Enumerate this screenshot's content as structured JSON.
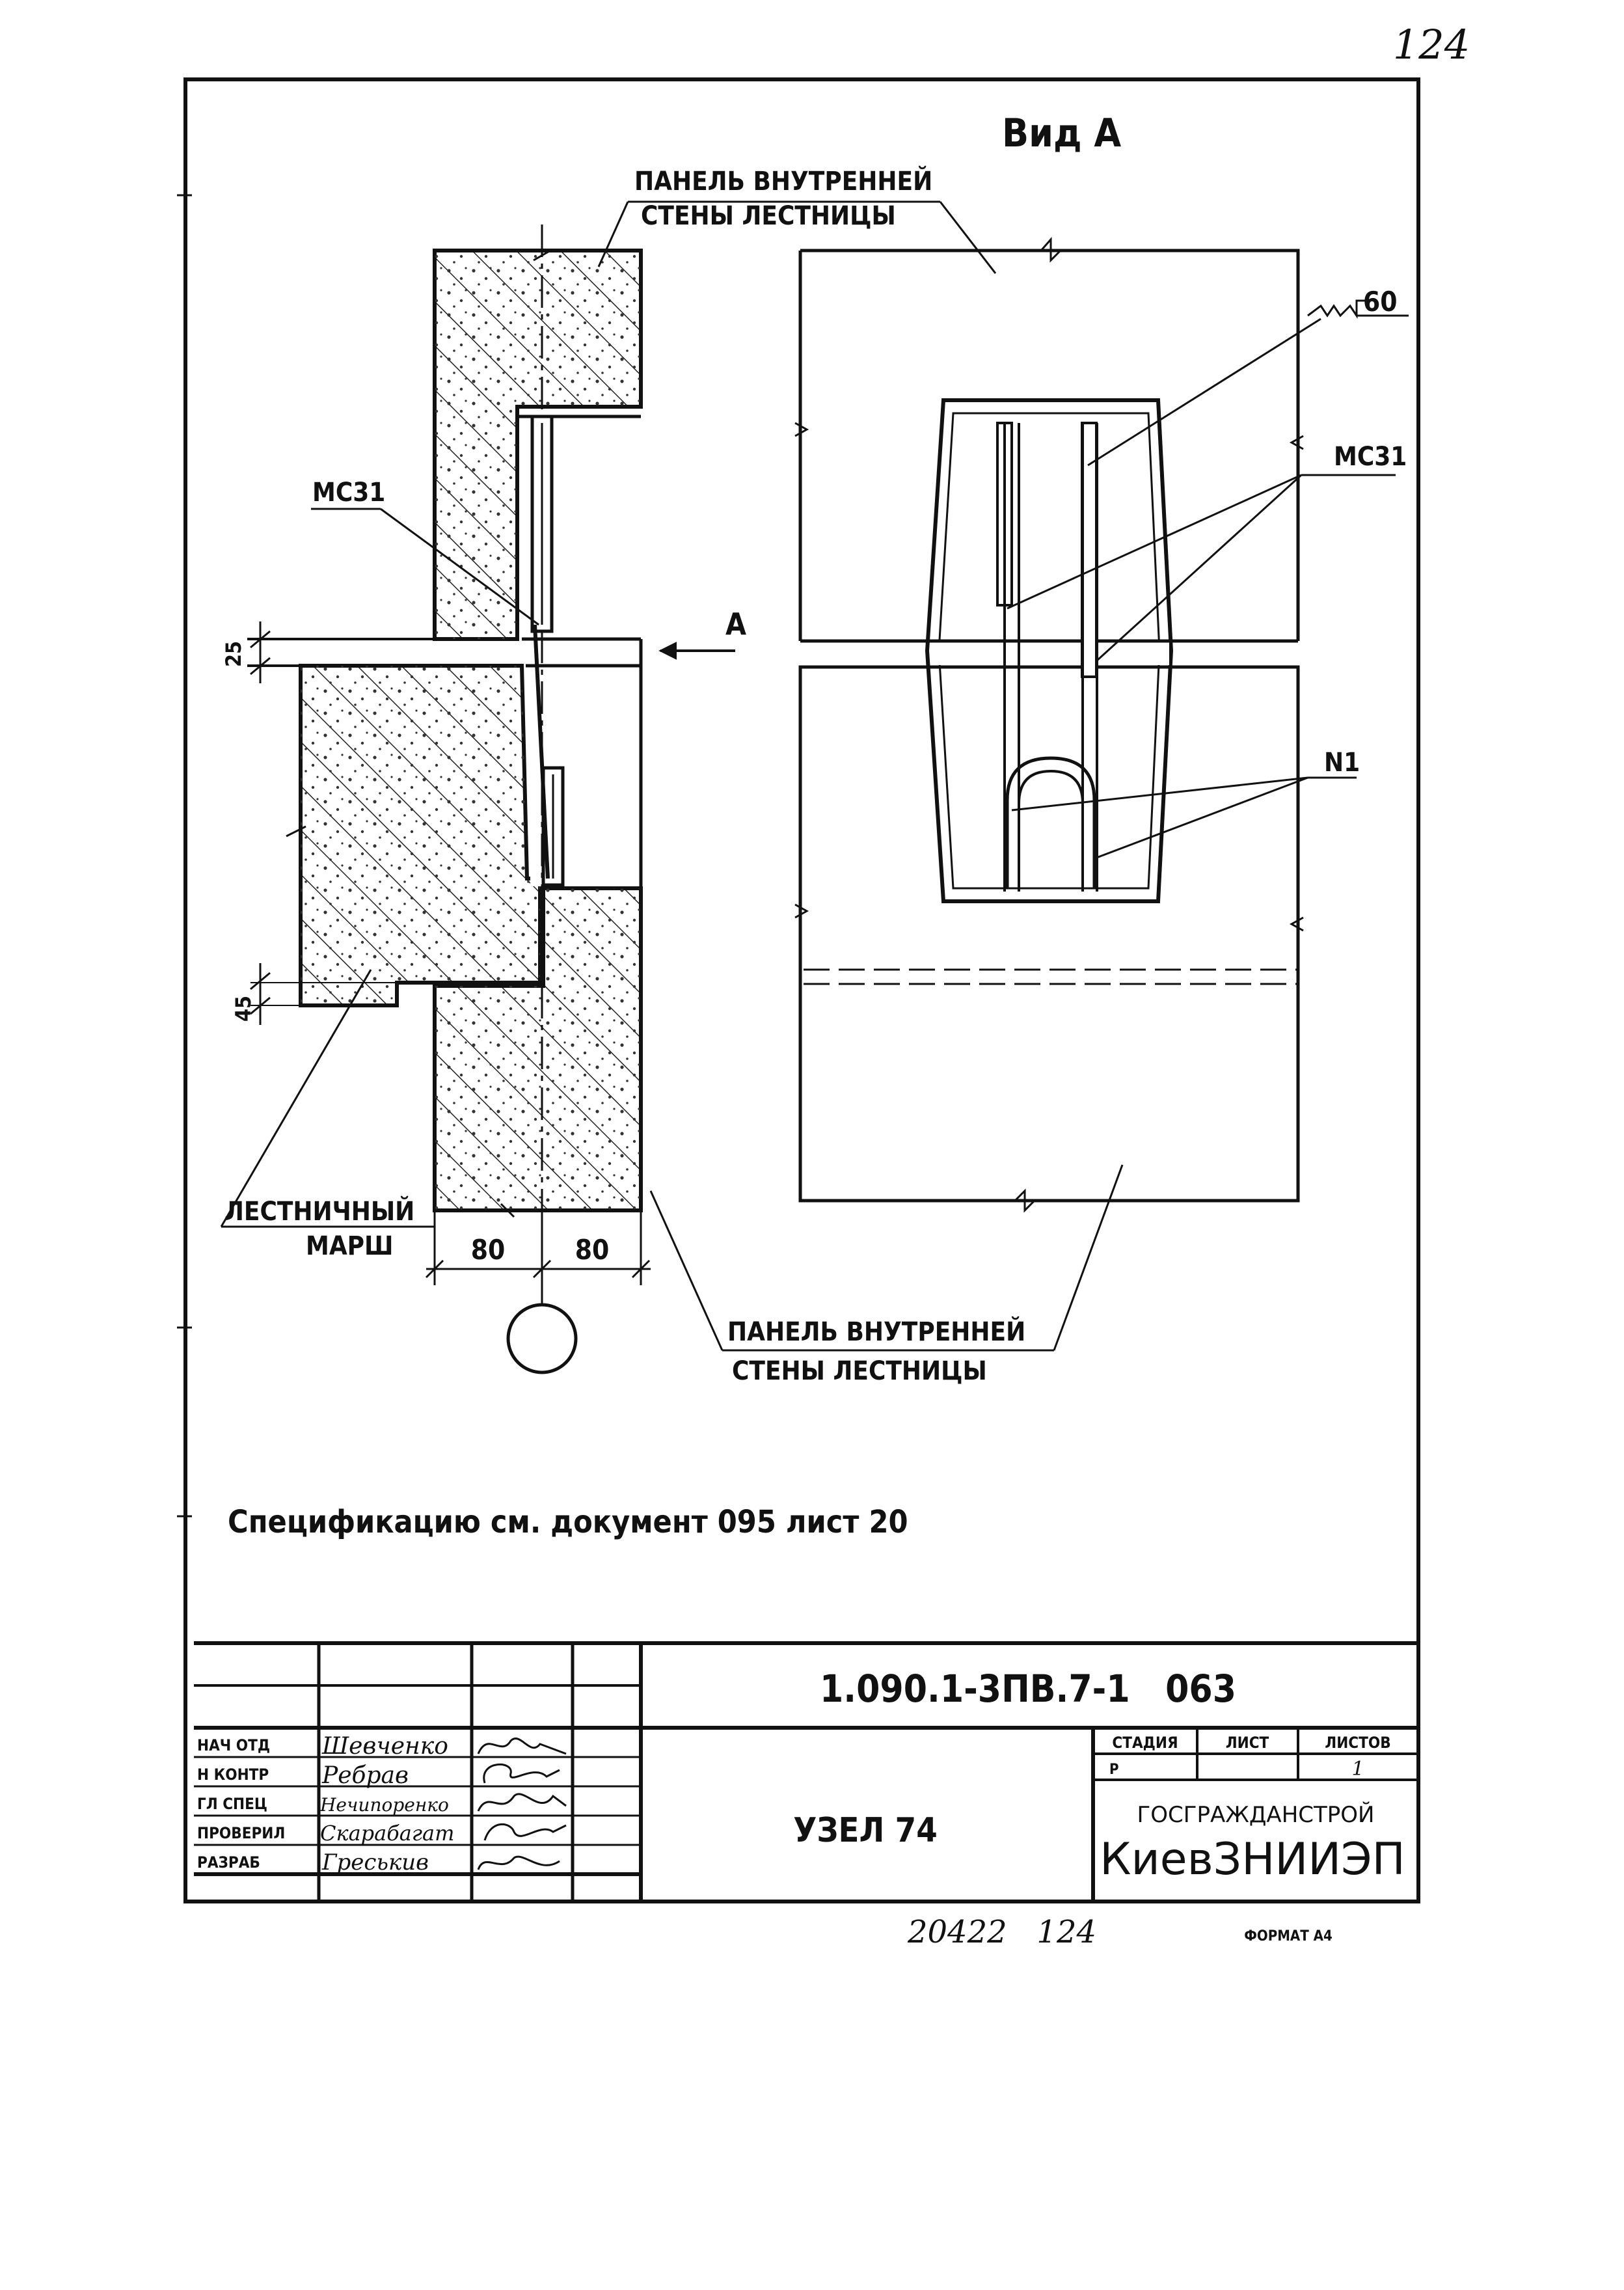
{
  "page_number": "124",
  "view_title": "Вид А",
  "section_arrow_label": "А",
  "labels": {
    "panel_top_line1": "ПАНЕЛЬ ВНУТРЕННЕЙ",
    "panel_top_line2": "СТЕНЫ ЛЕСТНИЦЫ",
    "mc31_left": "МС31",
    "flight_line1": "ЛЕСТНИЧНЫЙ",
    "flight_line2": "МАРШ",
    "panel_bottom_line1": "ПАНЕЛЬ ВНУТРЕННЕЙ",
    "panel_bottom_line2": "СТЕНЫ ЛЕСТНИЦЫ",
    "weld": "60",
    "mc31_right": "МС31",
    "n1": "N1"
  },
  "dimensions": {
    "gap": "25",
    "step": "45",
    "left_width": "80",
    "right_width": "80"
  },
  "note": "Спецификацию см. документ 095 лист 20",
  "title_block": {
    "doc_code": "1.090.1-3ПВ.7-1   063",
    "node_name": "УЗЕЛ 74",
    "stage_header": "СТАДИЯ",
    "sheet_header": "ЛИСТ",
    "sheets_header": "ЛИСТОВ",
    "stage_value": "Р",
    "sheets_value": "1",
    "org_line1": "ГОСГРАЖДАНСТРОЙ",
    "org_line2": "КиевЗНИИЭП",
    "roles": [
      {
        "role": "НАЧ ОТД",
        "name": "Шевченко"
      },
      {
        "role": "Н КОНТР",
        "name": "Ребрав"
      },
      {
        "role": "ГЛ СПЕЦ",
        "name": "Нечипоренко"
      },
      {
        "role": "ПРОВЕРИЛ",
        "name": "Скарабагат"
      },
      {
        "role": "РАЗРАБ",
        "name": "Греськив"
      }
    ]
  },
  "archive_number": "20422   124",
  "format_label": "ФОРМАТ А4"
}
